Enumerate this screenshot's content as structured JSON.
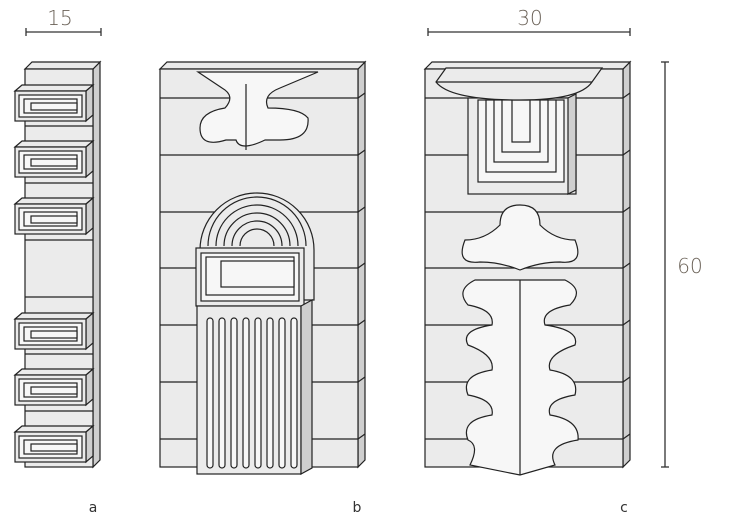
{
  "dimensions": {
    "width_a": "15",
    "width_c": "30",
    "height": "60"
  },
  "captions": {
    "a": "a",
    "b": "b",
    "c": "c"
  },
  "colors": {
    "face": "#ebebeb",
    "shade": "#cfcfcf",
    "stroke": "#222222",
    "dimension_text": "#6b6258"
  }
}
